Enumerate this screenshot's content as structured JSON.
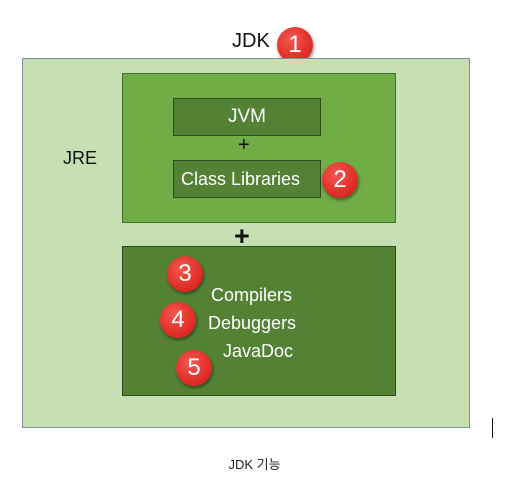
{
  "diagram": {
    "jdk_label": "JDK",
    "jre_label": "JRE",
    "jvm_label": "JVM",
    "plus_small": "+",
    "class_libraries_label": "Class Libraries",
    "plus_big": "+",
    "tools": {
      "compilers": "Compilers",
      "debuggers": "Debuggers",
      "javadoc": "JavaDoc"
    },
    "badges": [
      "1",
      "2",
      "3",
      "4",
      "5"
    ],
    "caption": "JDK 기능"
  },
  "colors": {
    "outer_fill": "#c6e0b4",
    "jre_fill": "#70ad47",
    "dark_green": "#548235",
    "badge_red": "#e3302a"
  }
}
